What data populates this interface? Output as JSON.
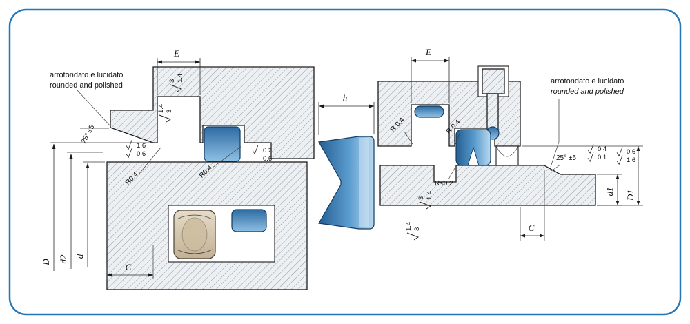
{
  "colors": {
    "frame_border": "#2578b8",
    "seal_dark": "#255f92",
    "seal_mid": "#4a90c8",
    "seal_light": "#b9d9ef",
    "guide_ring_tan": "#d8cbb2",
    "hatch_line": "#8f98a3"
  },
  "left_view": {
    "note_line1": "arrotondato  e lucidato",
    "note_line2": "rounded and polished",
    "dim_e": "E",
    "angle": "25° ±5",
    "finish_groove_outer": {
      "v1": "3",
      "v2": "1.4"
    },
    "finish_groove_inner": {
      "v1": "1.4",
      "v2": "3"
    },
    "finish_chamfer": {
      "v1": "1.6",
      "v2": "0.6"
    },
    "finish_bore": {
      "v1": "0.2",
      "v2": "0.6"
    },
    "radius_left": "R0.4",
    "radius_right": "R0.4",
    "dim_D": "D",
    "dim_d2": "d2",
    "dim_d": "d",
    "dim_C": "C"
  },
  "seal_profile": {
    "dim_h": "h"
  },
  "right_view": {
    "note_line1": "arrotondato e lucidato",
    "note_line2": "rounded and polished",
    "dim_e": "E",
    "radius_left": "R 0.4",
    "radius_right": "R 0.4",
    "radius_rod_groove": "R≤0.2",
    "angle": "25° ±5",
    "finish_chamfer": {
      "v1": "0.4",
      "v2": "0.1"
    },
    "finish_rod": {
      "v1": "0.6",
      "v2": "1.6"
    },
    "finish_groove_outer": {
      "v1": "3",
      "v2": "1.4"
    },
    "finish_groove_inner": {
      "v1": "1.4",
      "v2": "3"
    },
    "dim_d1": "d1",
    "dim_D1": "D1",
    "dim_C": "C"
  }
}
